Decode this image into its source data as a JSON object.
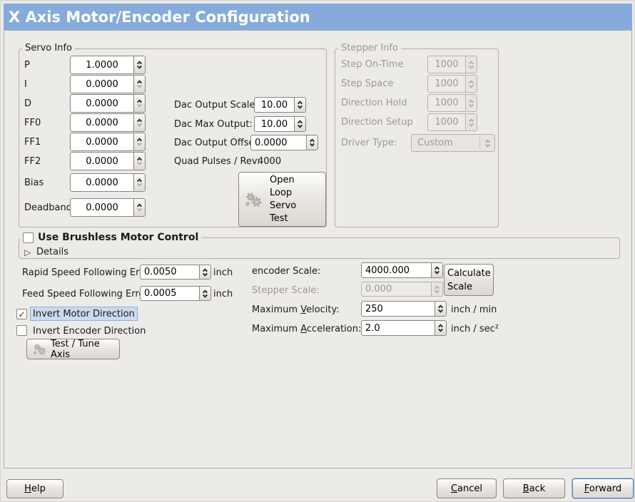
{
  "window": {
    "title": "X Axis Motor/Encoder Configuration"
  },
  "colors": {
    "titlebar_bg": "#86ABDA",
    "window_bg": "#EDEBE8",
    "content_border": "#9BAEC8",
    "focus_blue": "#5B87C5",
    "selected_label_bg": "#CBDAEE",
    "disabled_text": "#9e9a93"
  },
  "icons": {
    "expander_collapsed": "▷",
    "checkmark": "✓",
    "gears": "gears-icon"
  },
  "servo": {
    "title": "Servo Info",
    "rows": [
      {
        "label": "P",
        "value": "1.0000"
      },
      {
        "label": "I",
        "value": "0.0000"
      },
      {
        "label": "D",
        "value": "0.0000"
      },
      {
        "label": "FF0",
        "value": "0.0000"
      },
      {
        "label": "FF1",
        "value": "0.0000"
      },
      {
        "label": "FF2",
        "value": "0.0000"
      },
      {
        "label": "Bias",
        "value": "0.0000"
      },
      {
        "label": "Deadband",
        "value": "0.0000"
      }
    ]
  },
  "dac": {
    "scale_label": "Dac Output Scale:",
    "scale_value": "10.00",
    "max_label": "Dac Max Output:",
    "max_value": "10.00",
    "offset_label": "Dac Output Offset:",
    "offset_value": "0.0000",
    "quad_label": "Quad Pulses / Rev:",
    "quad_value": "4000"
  },
  "open_loop": {
    "lines": [
      "Open",
      "Loop",
      "Servo",
      "Test"
    ]
  },
  "stepper": {
    "title": "Stepper Info",
    "rows": [
      {
        "label": "Step On-Time",
        "value": "1000"
      },
      {
        "label": "Step Space",
        "value": "1000"
      },
      {
        "label": "Direction Hold",
        "value": "1000"
      },
      {
        "label": "Direction Setup",
        "value": "1000"
      }
    ],
    "driver_label": "Driver Type:",
    "driver_value": "Custom"
  },
  "brushless": {
    "label": "Use Brushless Motor Control",
    "details": "Details"
  },
  "ferror": {
    "rapid_label": "Rapid Speed Following Error:",
    "rapid_value": "0.0050",
    "rapid_unit": "inch",
    "feed_label": "Feed Speed Following Error:",
    "feed_value": "0.0005",
    "feed_unit": "inch"
  },
  "scale": {
    "encoder_label": "encoder Scale:",
    "encoder_value": "4000.000",
    "stepper_label": "Stepper Scale:",
    "stepper_value": "0.000",
    "calc_line1": "Calculate",
    "calc_line2": "Scale",
    "velocity": {
      "pre": "Maximum ",
      "mn": "V",
      "post": "elocity:",
      "value": "250",
      "unit": "inch / min"
    },
    "accel": {
      "pre": "Maximum ",
      "mn": "A",
      "post": "cceleration:",
      "value": "2.0",
      "unit": "inch / sec²"
    }
  },
  "invert": {
    "motor_label": "Invert Motor Direction",
    "encoder_label": "Invert Encoder Direction"
  },
  "test_tune": {
    "label": "Test / Tune Axis"
  },
  "buttons": {
    "help": {
      "pre": "",
      "mn": "H",
      "post": "elp"
    },
    "cancel": {
      "pre": "",
      "mn": "C",
      "post": "ancel"
    },
    "back": {
      "pre": "",
      "mn": "B",
      "post": "ack"
    },
    "forward": {
      "pre": "",
      "mn": "F",
      "post": "orward"
    }
  }
}
